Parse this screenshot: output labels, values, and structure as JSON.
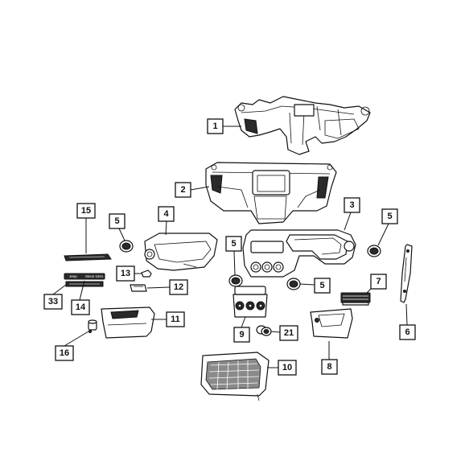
{
  "diagram": {
    "callouts": [
      {
        "id": "c1",
        "label": "1"
      },
      {
        "id": "c2",
        "label": "2"
      },
      {
        "id": "c3",
        "label": "3"
      },
      {
        "id": "c4",
        "label": "4"
      },
      {
        "id": "c5a",
        "label": "5"
      },
      {
        "id": "c5b",
        "label": "5"
      },
      {
        "id": "c5c",
        "label": "5"
      },
      {
        "id": "c5d",
        "label": "5"
      },
      {
        "id": "c6",
        "label": "6"
      },
      {
        "id": "c7",
        "label": "7"
      },
      {
        "id": "c8",
        "label": "8"
      },
      {
        "id": "c9",
        "label": "9"
      },
      {
        "id": "c10",
        "label": "10"
      },
      {
        "id": "c11",
        "label": "11"
      },
      {
        "id": "c12",
        "label": "12"
      },
      {
        "id": "c13",
        "label": "13"
      },
      {
        "id": "c14",
        "label": "14"
      },
      {
        "id": "c15",
        "label": "15"
      },
      {
        "id": "c16",
        "label": "16"
      },
      {
        "id": "c21",
        "label": "21"
      },
      {
        "id": "c33",
        "label": "33"
      }
    ],
    "badges": {
      "badge_left": "Jeep",
      "badge_right": "Since 1941"
    },
    "colors": {
      "line": "#111111",
      "fill": "#ffffff",
      "dark": "#2a2a2a"
    }
  }
}
